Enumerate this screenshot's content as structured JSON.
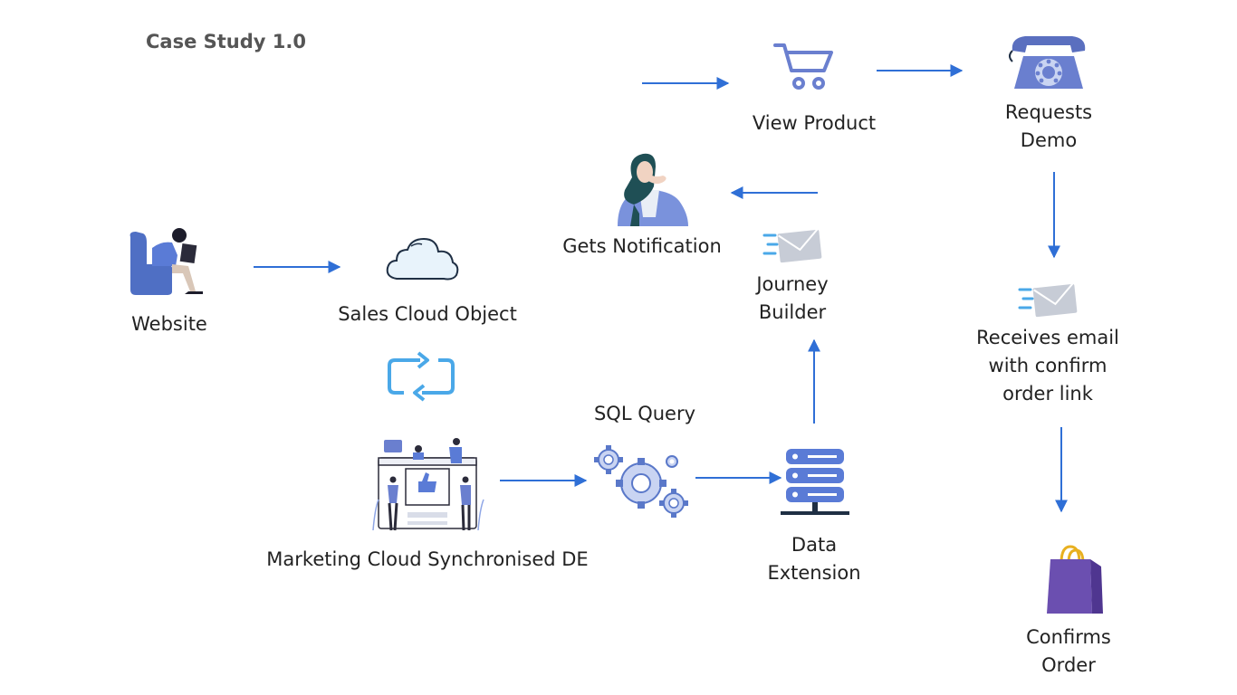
{
  "title": "Case Study 1.0",
  "nodes": {
    "website": "Website",
    "sales_cloud": "Sales Cloud Object",
    "mc_de": "Marketing Cloud Synchronised DE",
    "sql_query": "SQL Query",
    "data_extension_1": "Data",
    "data_extension_2": "Extension",
    "journey_1": "Journey",
    "journey_2": "Builder",
    "notification": "Gets Notification",
    "view_product": "View Product",
    "demo_1": "Requests",
    "demo_2": "Demo",
    "email_1": "Receives email",
    "email_2": "with confirm",
    "email_3": "order link",
    "confirm_1": "Confirms",
    "confirm_2": "Order"
  },
  "colors": {
    "arrow": "#2f6fd6",
    "icon_blue": "#6a7fcf",
    "sync_blue": "#4aa8e8",
    "bag_purple": "#6b4fb0",
    "title_gray": "#555555"
  },
  "icons": [
    "person-laptop-icon",
    "cloud-icon",
    "sync-icon",
    "marketing-board-icon",
    "gears-icon",
    "server-icon",
    "envelope-icon",
    "thinking-woman-icon",
    "cart-icon",
    "telephone-icon",
    "shopping-bag-icon"
  ]
}
